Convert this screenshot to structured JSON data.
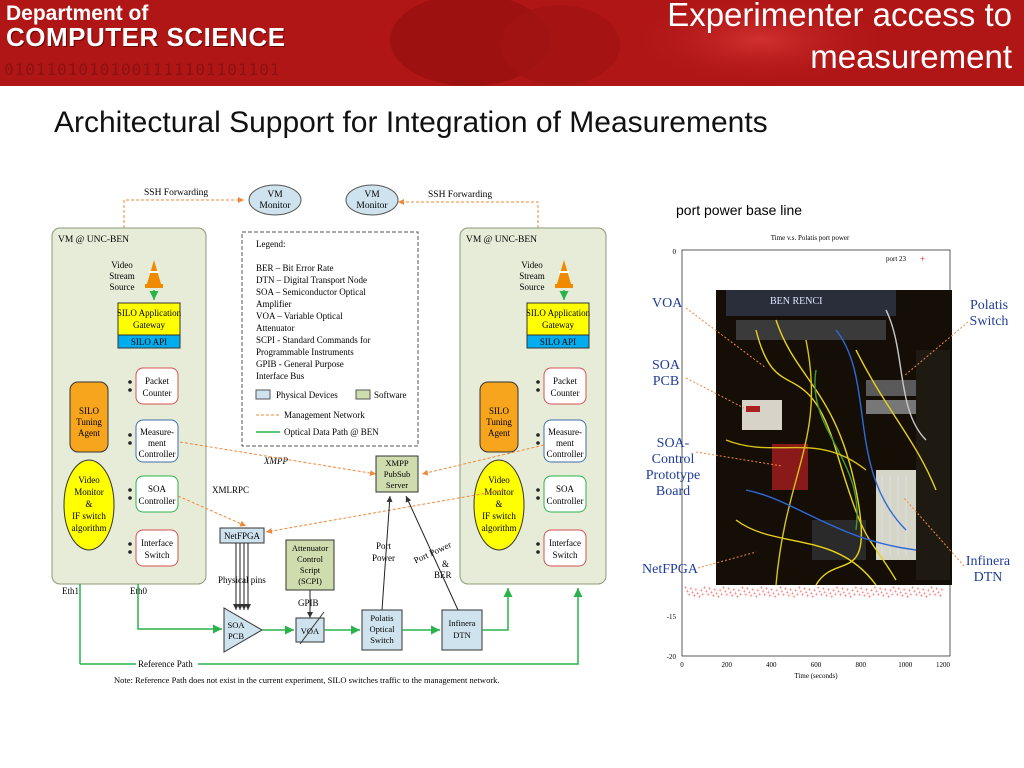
{
  "header": {
    "logo_line1": "Department of",
    "logo_line2": "COMPUTER SCIENCE",
    "logo_binary": "01011010101001111101101101",
    "title_line1": "Experimenter access to",
    "title_line2": "measurement"
  },
  "subtitle": "Architectural Support for Integration of Measurements",
  "diagram": {
    "ssh_left": "SSH Forwarding",
    "ssh_right": "SSH Forwarding",
    "vm_monitor_l1": "VM",
    "vm_monitor_l2": "Monitor",
    "left_panel": {
      "title": "VM @ UNC-BEN",
      "video_stream": [
        "Video",
        "Stream",
        "Source"
      ],
      "gateway": [
        "SILO Application",
        "Gateway"
      ],
      "api": "SILO API",
      "tuning": [
        "SILO",
        "Tuning",
        "Agent"
      ],
      "video_monitor": [
        "Video",
        "Monitor",
        "&",
        "IF switch",
        "algorithm"
      ],
      "packet": [
        "Packet",
        "Counter"
      ],
      "measure": [
        "Measure-",
        "ment",
        "Controller"
      ],
      "soa": [
        "SOA",
        "Controller"
      ],
      "iface": [
        "Interface",
        "Switch"
      ]
    },
    "right_panel": {
      "title": "VM @ UNC-BEN",
      "video_stream": [
        "Video",
        "Stream",
        "Source"
      ],
      "gateway": [
        "SILO Application",
        "Gateway"
      ],
      "api": "SILO API",
      "tuning": [
        "SILO",
        "Tuning",
        "Agent"
      ],
      "video_monitor": [
        "Video",
        "Monitor",
        "&",
        "IF switch",
        "algorithm"
      ],
      "packet": [
        "Packet",
        "Counter"
      ],
      "measure": [
        "Measure-",
        "ment",
        "Controller"
      ],
      "soa": [
        "SOA",
        "Controller"
      ],
      "iface": [
        "Interface",
        "Switch"
      ]
    },
    "legend": {
      "title": "Legend:",
      "lines": [
        "BER – Bit Error Rate",
        "DTN – Digital Transport Node",
        "SOA – Semiconductor Optical",
        "Amplifier",
        "VOA – Variable Optical",
        "Attenuator",
        "SCPI - Standard Commands for",
        "Programmable Instruments",
        "GPIB - General Purpose",
        "Interface Bus"
      ],
      "physical": "Physical Devices",
      "software": "Software",
      "mgmt": "Management Network",
      "optical": "Optical Data Path @ BEN"
    },
    "xmpp_label": "XMPP",
    "xmlrpc": "XMLRPC",
    "xmpp_server": [
      "XMPP",
      "PubSub",
      "Server"
    ],
    "netfpga": "NetFPGA",
    "attenuator": [
      "Attenuator",
      "Control",
      "Script",
      "(SCPI)"
    ],
    "physical_pins": "Physical pins",
    "gpib": "GPIB",
    "soa_pcb": [
      "SOA",
      "PCB"
    ],
    "voa": "VOA",
    "polatis": [
      "Polatis",
      "Optical",
      "Switch"
    ],
    "infinera": [
      "Infinera",
      "DTN"
    ],
    "port_power": [
      "Port",
      "Power"
    ],
    "port_power_ber": [
      "Port Power",
      "&",
      "BER"
    ],
    "eth1": "Eth1",
    "eth0": "Eth0",
    "reference_path": "Reference Path",
    "note": "Note: Reference Path does not exist in the current experiment, SILO switches traffic to the management network."
  },
  "plot": {
    "caption": "port  power base line",
    "title": "Time v.s. Polatis port power",
    "legend": "port 23",
    "y_ticks": [
      "0",
      "-15",
      "-20"
    ],
    "x_ticks": [
      "0",
      "200",
      "400",
      "600",
      "800",
      "1000",
      "1200"
    ],
    "xlabel": "Time (seconds)"
  },
  "photo_labels": {
    "voa": "VOA",
    "soa_pcb": [
      "SOA",
      "PCB"
    ],
    "soa_control": [
      "SOA-",
      "Control",
      "Prototype",
      "Board"
    ],
    "netfpga": "NetFPGA",
    "polatis": [
      "Polatis",
      "Switch"
    ],
    "infinera": [
      "Infinera",
      "DTN"
    ]
  },
  "photo_rack_text": "BEN RENCI",
  "colors": {
    "banner": "#b01616",
    "label_blue": "#1f3d99",
    "physical": "#cfe3ee",
    "software": "#cfdcae",
    "silo_yellow": "#ffff00",
    "api_blue": "#00aeef",
    "tuning_orange": "#f7a51c",
    "green": "#29b34a",
    "orange_arrow": "#f0883a"
  }
}
